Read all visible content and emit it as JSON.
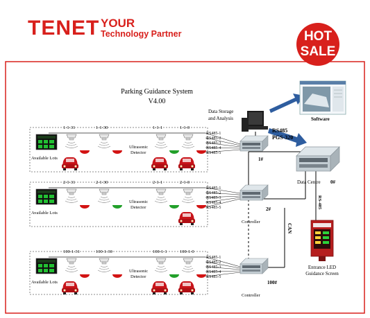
{
  "brand": {
    "name": "TENET",
    "your": "YOUR",
    "tagline": "Technology Partner",
    "badge_line1": "HOT",
    "badge_line2": "SALE"
  },
  "title": {
    "line1": "Parking Guidance System",
    "line2": "V4.00"
  },
  "storage_label_1": "Data Storage",
  "storage_label_2": "and Analysis",
  "software_label": "Software",
  "bus_label": "RS485",
  "product_label": "PGS-320",
  "centre_label": "Data Centre",
  "centre_num": "0#",
  "can_label": "CAN",
  "rs485_vertical": "RS-485",
  "screen_label_1": "Entrance LED",
  "screen_label_2": "Guidance Screen",
  "groups": [
    {
      "ids": [
        "1-1-31",
        "1-1-30",
        "1-1-1",
        "1-1-0"
      ],
      "lots": "Available Lots",
      "detector_1": "Ultrasonic",
      "detector_2": "Detector",
      "rs": [
        "RS485-1",
        "RS485-2",
        "RS485-3",
        "RS485-4",
        "RS485-5"
      ],
      "num": "1#",
      "controller": ""
    },
    {
      "ids": [
        "2-1-31",
        "2-1-30",
        "2-1-1",
        "2-1-0"
      ],
      "lots": "Available Lots",
      "detector_1": "Ultrasonic",
      "detector_2": "Detector",
      "rs": [
        "RS485-1",
        "RS485-2",
        "RS485-3",
        "RS485-4",
        "RS485-5"
      ],
      "num": "2#",
      "controller": "Controller"
    },
    {
      "ids": [
        "100-1-31",
        "100-1-30",
        "100-1-1",
        "100-1-0"
      ],
      "lots": "Available Lots",
      "detector_1": "Ultrasonic",
      "detector_2": "Detector",
      "rs": [
        "RS485-1",
        "RS485-2",
        "RS485-3",
        "RS485-4",
        "RS485-5"
      ],
      "num": "100#",
      "controller": "Controller"
    }
  ],
  "colors": {
    "brand": "#d8201c",
    "frame": "#d8201c",
    "arrow": "#2e5d9f",
    "car": "#c8141a",
    "lamp_red": "#d21313",
    "lamp_green": "#22a02a"
  }
}
